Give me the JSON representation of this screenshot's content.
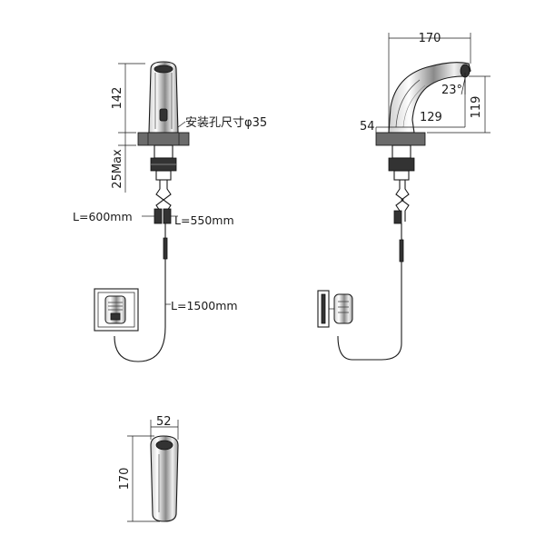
{
  "front_view": {
    "height_dim": "142",
    "hole_size_label": "安装孔尺寸φ35",
    "thickness_dim": "25Max",
    "hose_a_label": "L=600mm",
    "hose_b_label": "L=550mm",
    "cable_label": "L=1500mm"
  },
  "side_view": {
    "length_dim": "170",
    "angle_dim": "23°",
    "height_dim": "119",
    "base_dim": "54",
    "spout_dim": "129"
  },
  "top_view": {
    "width_dim": "52",
    "length_dim": "170"
  }
}
